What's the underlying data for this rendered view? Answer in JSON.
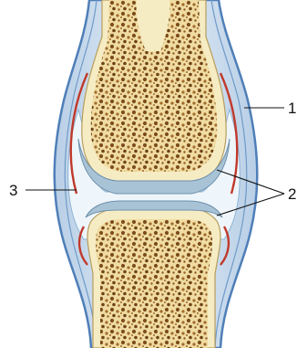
{
  "labels": [
    {
      "id": "1",
      "text": "1"
    },
    {
      "id": "2",
      "text": "2"
    },
    {
      "id": "3",
      "text": "3"
    }
  ],
  "colors": {
    "capsule_outer": "#4f7fb8",
    "capsule_fill": "#cfe0ef",
    "synovial_fluid": "#eef6fb",
    "cartilage": "#a9c3d6",
    "bone_marrow": "#f3e7b8",
    "spongy_bone": "#8a5a22",
    "synovial_membrane": "#c0392b"
  },
  "icons": [
    "synovial-joint-illustration"
  ]
}
